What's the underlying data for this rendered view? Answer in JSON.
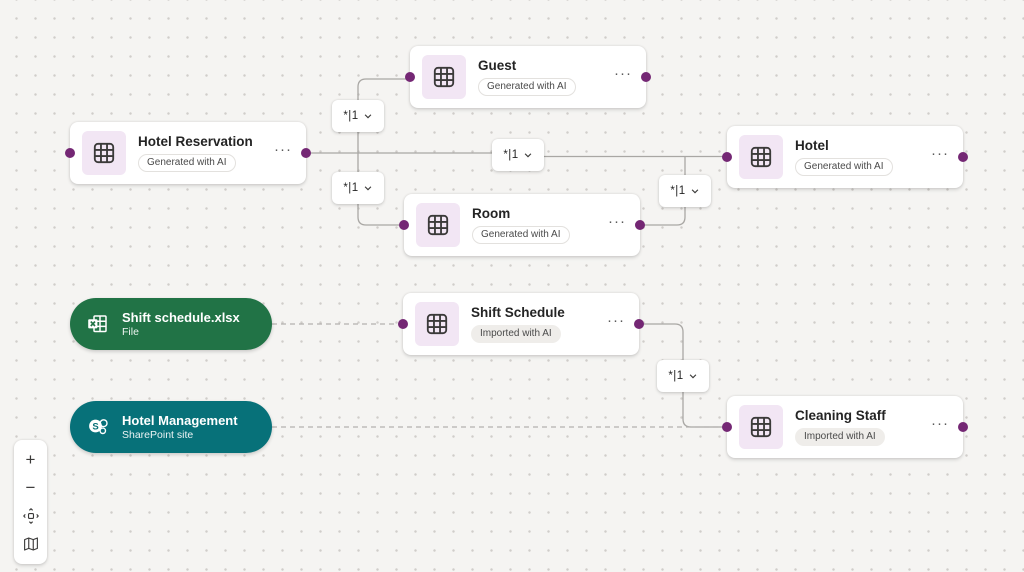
{
  "app": {
    "view": "data-model-canvas"
  },
  "colors": {
    "accent_purple": "#742774",
    "canvas_background": "#f5f4f2",
    "wire_gray": "#a9a7a4",
    "excel_green": "#217346",
    "sharepoint_teal": "#077179",
    "entity_tile_lavender": "#f2e6f4"
  },
  "ui": {
    "more_label": "···"
  },
  "entities": {
    "guest": {
      "title": "Guest",
      "badge": "Generated with AI"
    },
    "hotel_reservation": {
      "title": "Hotel Reservation",
      "badge": "Generated with AI"
    },
    "hotel": {
      "title": "Hotel",
      "badge": "Generated with AI"
    },
    "room": {
      "title": "Room",
      "badge": "Generated with AI"
    },
    "shift_schedule": {
      "title": "Shift Schedule",
      "badge": "Imported with AI"
    },
    "cleaning_staff": {
      "title": "Cleaning Staff",
      "badge": "Imported with AI"
    }
  },
  "sources": {
    "excel_file": {
      "title": "Shift schedule.xlsx",
      "subtitle": "File"
    },
    "sharepoint_site": {
      "title": "Hotel Management",
      "subtitle": "SharePoint site"
    }
  },
  "relationships": [
    {
      "from": "hotel_reservation",
      "to": "guest",
      "label": "*|1"
    },
    {
      "from": "hotel_reservation",
      "to": "room",
      "label": "*|1"
    },
    {
      "from": "hotel_reservation",
      "to": "hotel",
      "label": "*|1"
    },
    {
      "from": "room",
      "to": "hotel",
      "label": "*|1"
    },
    {
      "from": "shift_schedule",
      "to": "cleaning_staff",
      "label": "*|1"
    }
  ],
  "toolbar": {
    "zoom_in": "+",
    "zoom_out": "−"
  }
}
